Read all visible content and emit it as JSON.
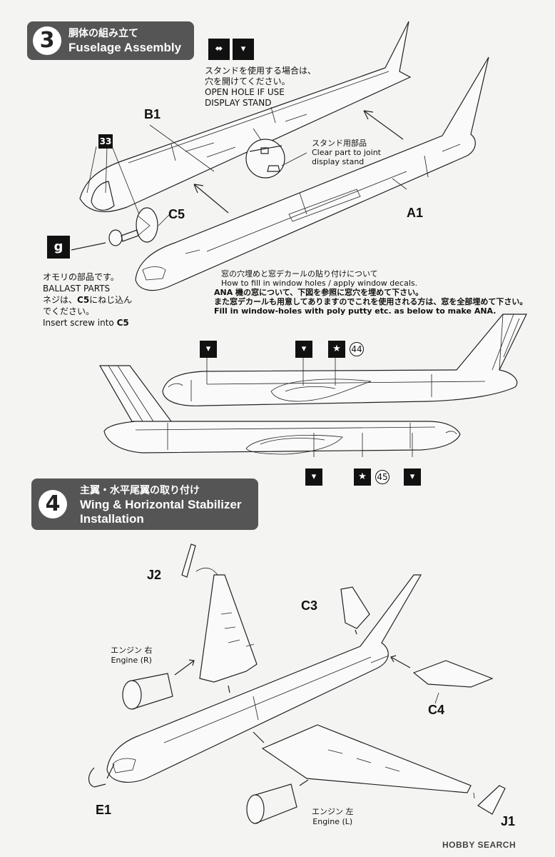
{
  "step3": {
    "number": "3",
    "title_jp": "胴体の組み立て",
    "title_en": "Fuselage Assembly"
  },
  "stand_note": {
    "jp1": "スタンドを使用する場合は、",
    "jp2": "穴を開けてください。",
    "en1": "OPEN HOLE IF USE",
    "en2": "DISPLAY STAND"
  },
  "clear_part": {
    "jp": "スタンド用部品",
    "en1": "Clear part to joint",
    "en2": "display stand"
  },
  "parts": {
    "b1": "B1",
    "c5": "C5",
    "a1": "A1",
    "j2": "J2",
    "c3": "C3",
    "c4": "C4",
    "e1": "E1",
    "j1": "J1"
  },
  "decal_33": "33",
  "ballast": {
    "jp1": "オモリの部品です。",
    "en": "BALLAST PARTS",
    "jp2a": "ネジは、",
    "jp2b": "C5",
    "jp2c": "にねじ込ん",
    "jp3": "でください。",
    "en2a": "Insert screw into ",
    "en2b": "C5"
  },
  "window_note": {
    "jp1": "窓の穴埋めと窓デカールの貼り付けについて",
    "en1": "How to fill in window holes / apply window decals.",
    "jp2": "ANA 機の窓について、下図を参照に窓穴を埋めて下さい。",
    "jp3": "また窓デカールも用意してありますのでこれを使用される方は、窓を全部埋めて下さい。",
    "en2": "Fill in window-holes with poly putty etc. as below to make ANA."
  },
  "decal_44": "44",
  "decal_45": "45",
  "step4": {
    "number": "4",
    "title_jp": "主翼・水平尾翼の取り付け",
    "title_en1": "Wing & Horizontal Stabilizer",
    "title_en2": "Installation"
  },
  "engine_r": {
    "jp": "エンジン 右",
    "en": "Engine (R)"
  },
  "engine_l": {
    "jp": "エンジン 左",
    "en": "Engine (L)"
  },
  "watermark": "HOBBY SEARCH",
  "icons": {
    "drill": "drill-hole-icon",
    "arrows": "open-hole-arrows-icon",
    "star": "decal-star-icon",
    "weight": "ballast-weight-icon",
    "fill": "fill-hole-icon"
  }
}
